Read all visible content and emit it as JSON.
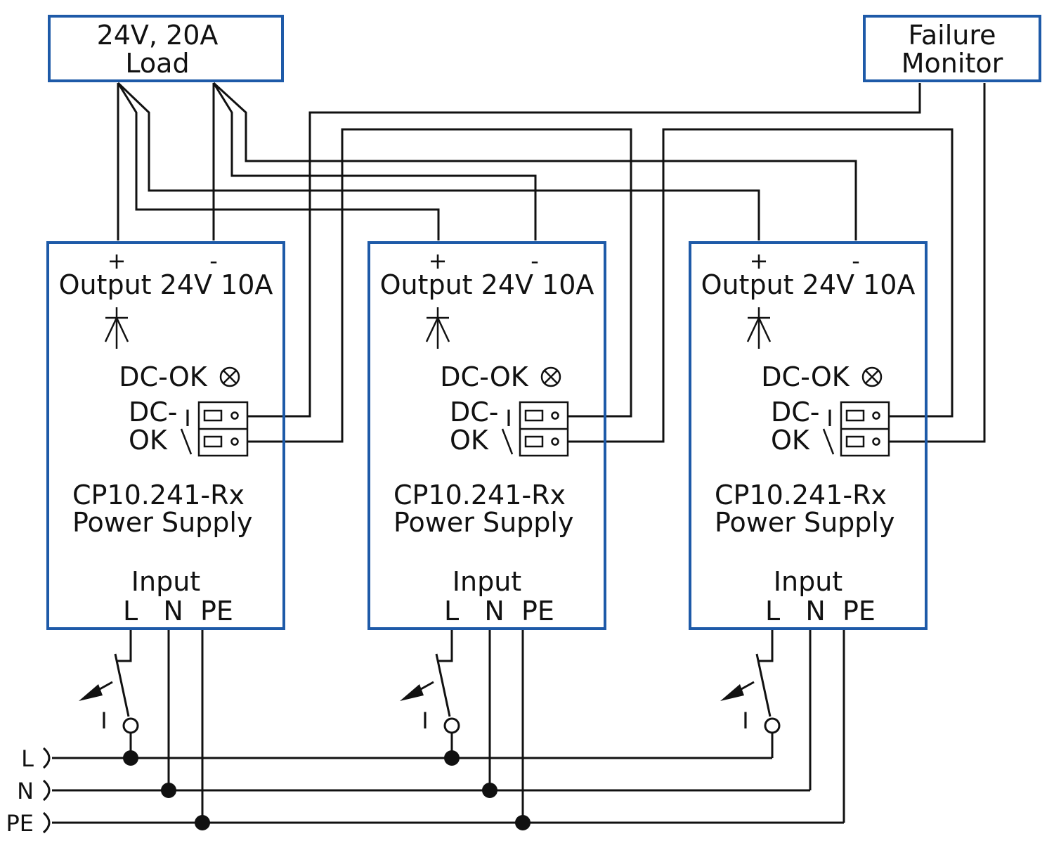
{
  "load": {
    "line1": "24V, 20A",
    "line2": "Load"
  },
  "monitor": {
    "line1": "Failure",
    "line2": "Monitor"
  },
  "psu": {
    "plus": "+",
    "minus": "-",
    "output": "Output 24V 10A",
    "dcok": "DC-OK",
    "relay_line1": "DC-",
    "relay_line2": "OK",
    "relay_contact": "I",
    "model": "CP10.241-Rx",
    "name": "Power Supply",
    "input": "Input",
    "terminals": "L   N  PE"
  },
  "breaker_label": "I",
  "mains": {
    "l": "L",
    "n": "N",
    "pe": "PE"
  },
  "colors": {
    "box": "#1E5AA8",
    "wire": "#111111"
  }
}
